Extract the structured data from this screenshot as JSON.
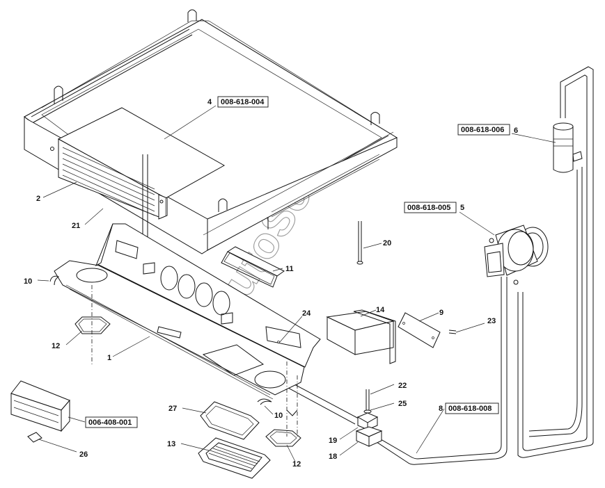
{
  "watermark": "AutoSoft",
  "part_numbers": {
    "evaporator": "008-618-004",
    "receiver_drier": "008-618-006",
    "compressor": "008-618-005",
    "hose": "008-618-008",
    "control_box": "006-408-001"
  },
  "callouts": {
    "c1": "1",
    "c2": "2",
    "c4": "4",
    "c5": "5",
    "c6": "6",
    "c8": "8",
    "c9": "9",
    "c10a": "10",
    "c10b": "10",
    "c11": "11",
    "c12a": "12",
    "c12b": "12",
    "c13": "13",
    "c14": "14",
    "c18": "18",
    "c19": "19",
    "c20": "20",
    "c21": "21",
    "c22": "22",
    "c23": "23",
    "c24": "24",
    "c25": "25",
    "c26": "26",
    "c27": "27"
  }
}
